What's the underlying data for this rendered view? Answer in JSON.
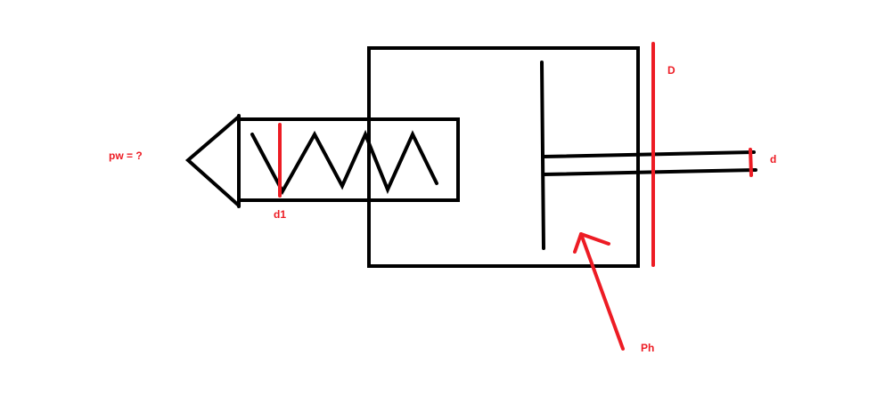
{
  "colors": {
    "background": "#ffffff",
    "structure": "#000000",
    "annotation": "#ed1c24"
  },
  "labels": {
    "pw": "pw = ?",
    "d1": "d1",
    "D": "D",
    "d": "d",
    "Ph": "Ph"
  }
}
